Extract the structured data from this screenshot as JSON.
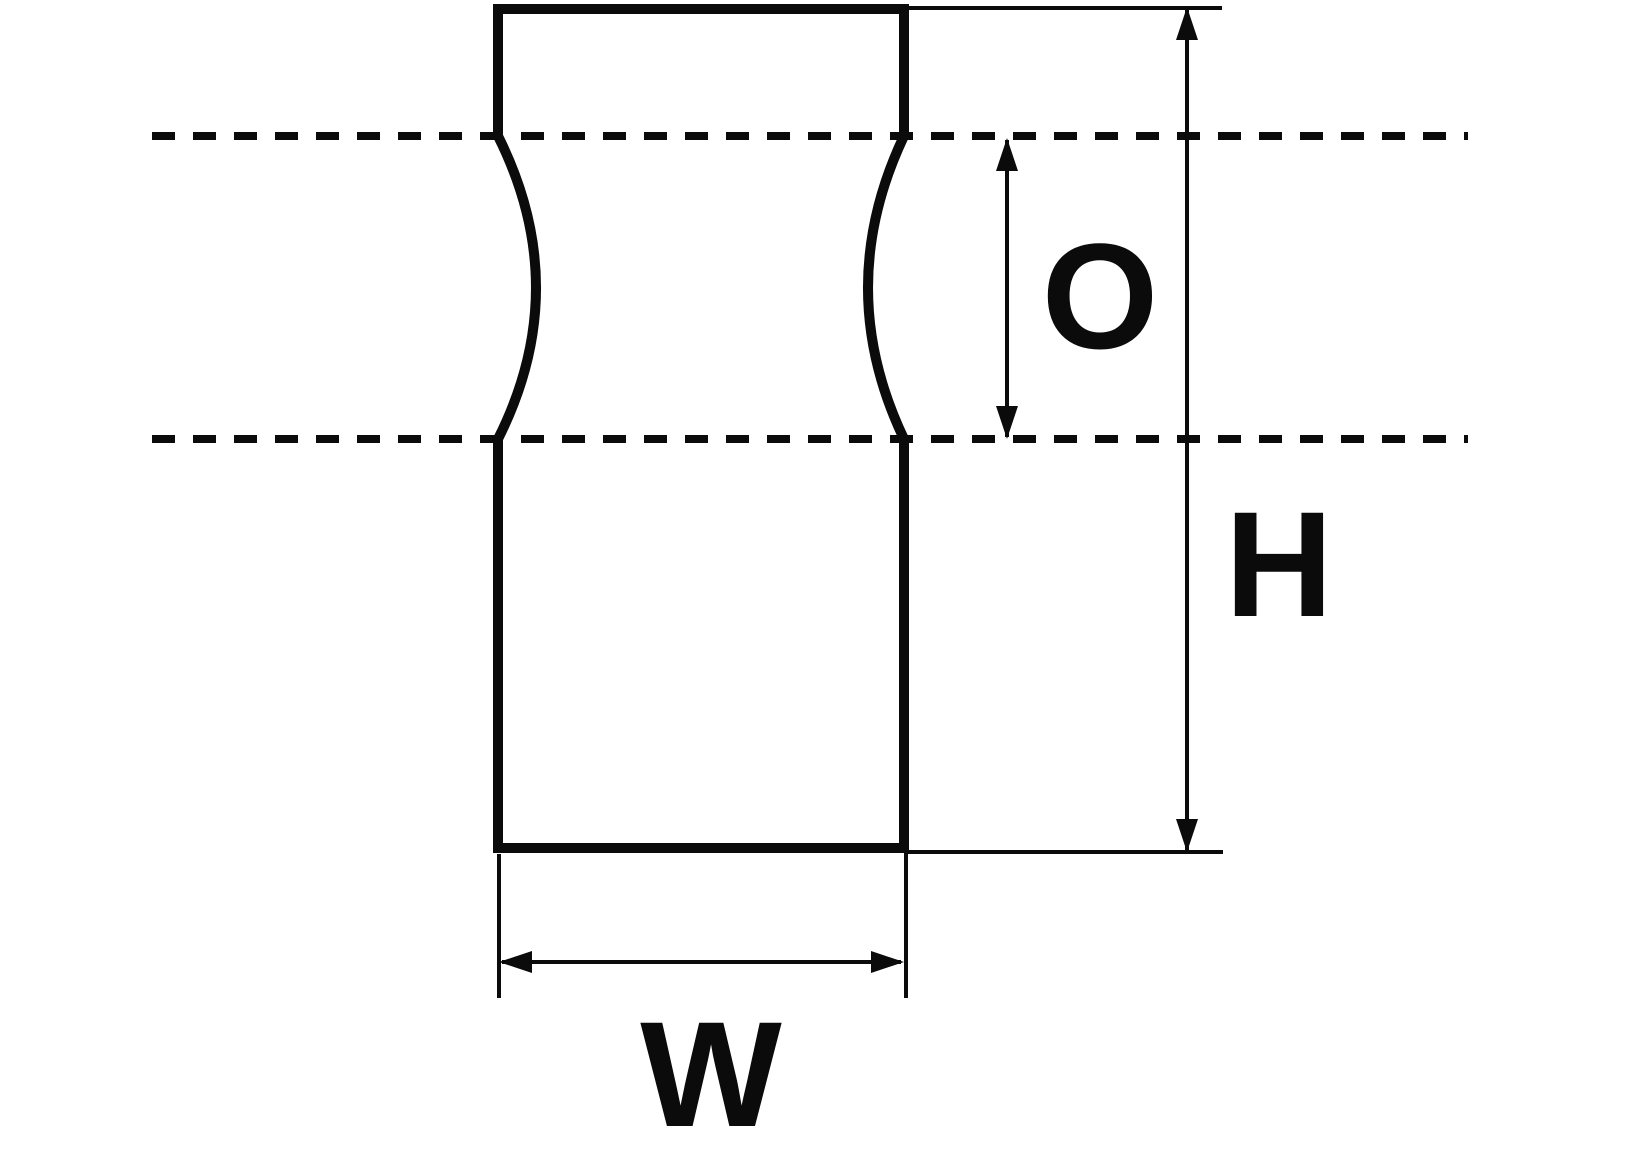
{
  "diagram": {
    "background_color": "#ffffff",
    "line_color": "#0b0b0b",
    "labels": {
      "overlap": "O",
      "height": "H",
      "width": "W"
    }
  }
}
